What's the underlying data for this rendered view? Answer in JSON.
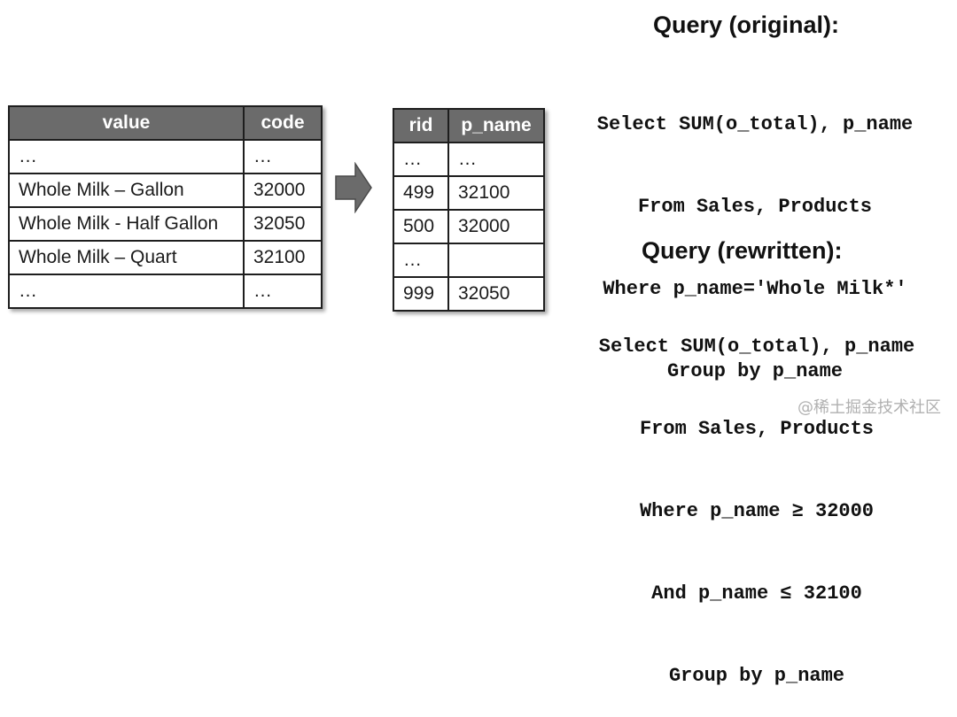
{
  "dictionary_table": {
    "headers": [
      "value",
      "code"
    ],
    "rows": [
      [
        "…",
        "…"
      ],
      [
        "Whole Milk – Gallon",
        "32000"
      ],
      [
        "Whole Milk - Half Gallon",
        "32050"
      ],
      [
        "Whole Milk – Quart",
        "32100"
      ],
      [
        "…",
        "…"
      ]
    ]
  },
  "fact_table": {
    "headers": [
      "rid",
      "p_name"
    ],
    "rows": [
      [
        "…",
        "…"
      ],
      [
        "499",
        "32100"
      ],
      [
        "500",
        "32000"
      ],
      [
        "…",
        ""
      ],
      [
        "999",
        "32050"
      ]
    ]
  },
  "arrow": {
    "icon": "right-arrow-icon",
    "color": "#6b6b6b"
  },
  "query_original": {
    "title": "Query (original):",
    "lines": [
      "Select SUM(o_total), p_name",
      "From Sales, Products",
      "Where p_name='Whole Milk*'",
      "Group by p_name"
    ]
  },
  "query_rewritten": {
    "title": "Query (rewritten):",
    "lines": [
      "Select SUM(o_total), p_name",
      "From Sales, Products",
      "Where p_name ≥ 32000",
      "And p_name ≤ 32100",
      "Group by p_name"
    ]
  },
  "watermark": "@稀土掘金技术社区"
}
